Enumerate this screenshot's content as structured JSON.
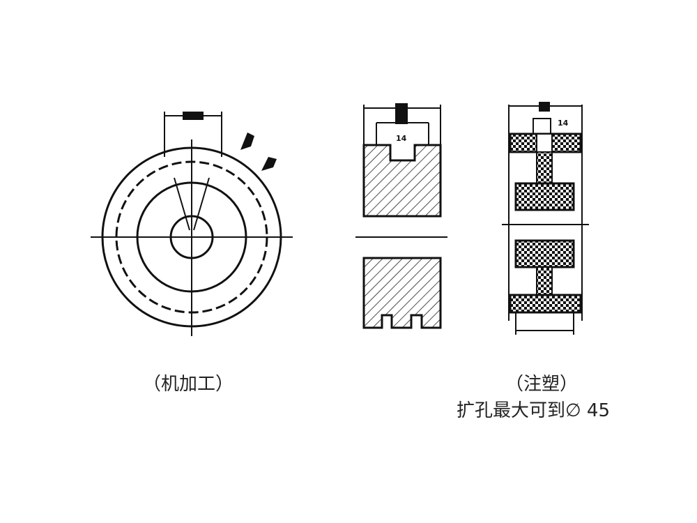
{
  "views": {
    "machined": {
      "caption": "（机加工）"
    },
    "section": {
      "dim_label": "14"
    },
    "molded": {
      "caption": "（注塑）",
      "dim_label": "14",
      "note": "扩孔最大可到∅ 45"
    }
  },
  "colors": {
    "line": "#111111",
    "text": "#222222"
  }
}
